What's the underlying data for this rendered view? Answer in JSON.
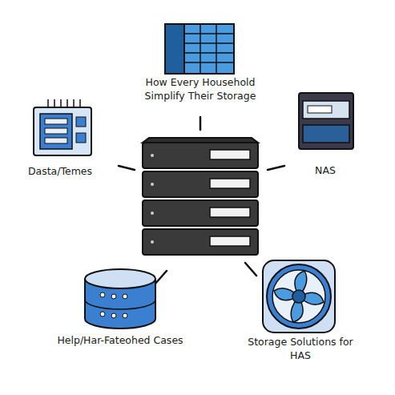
{
  "diagram": {
    "labels": [
      "How Every Household Simplify Their Storage",
      "Dasta/Temes",
      "NAS",
      "Help/Har-Fateohed Cases",
      "Storage Solutions for HAS"
    ]
  }
}
